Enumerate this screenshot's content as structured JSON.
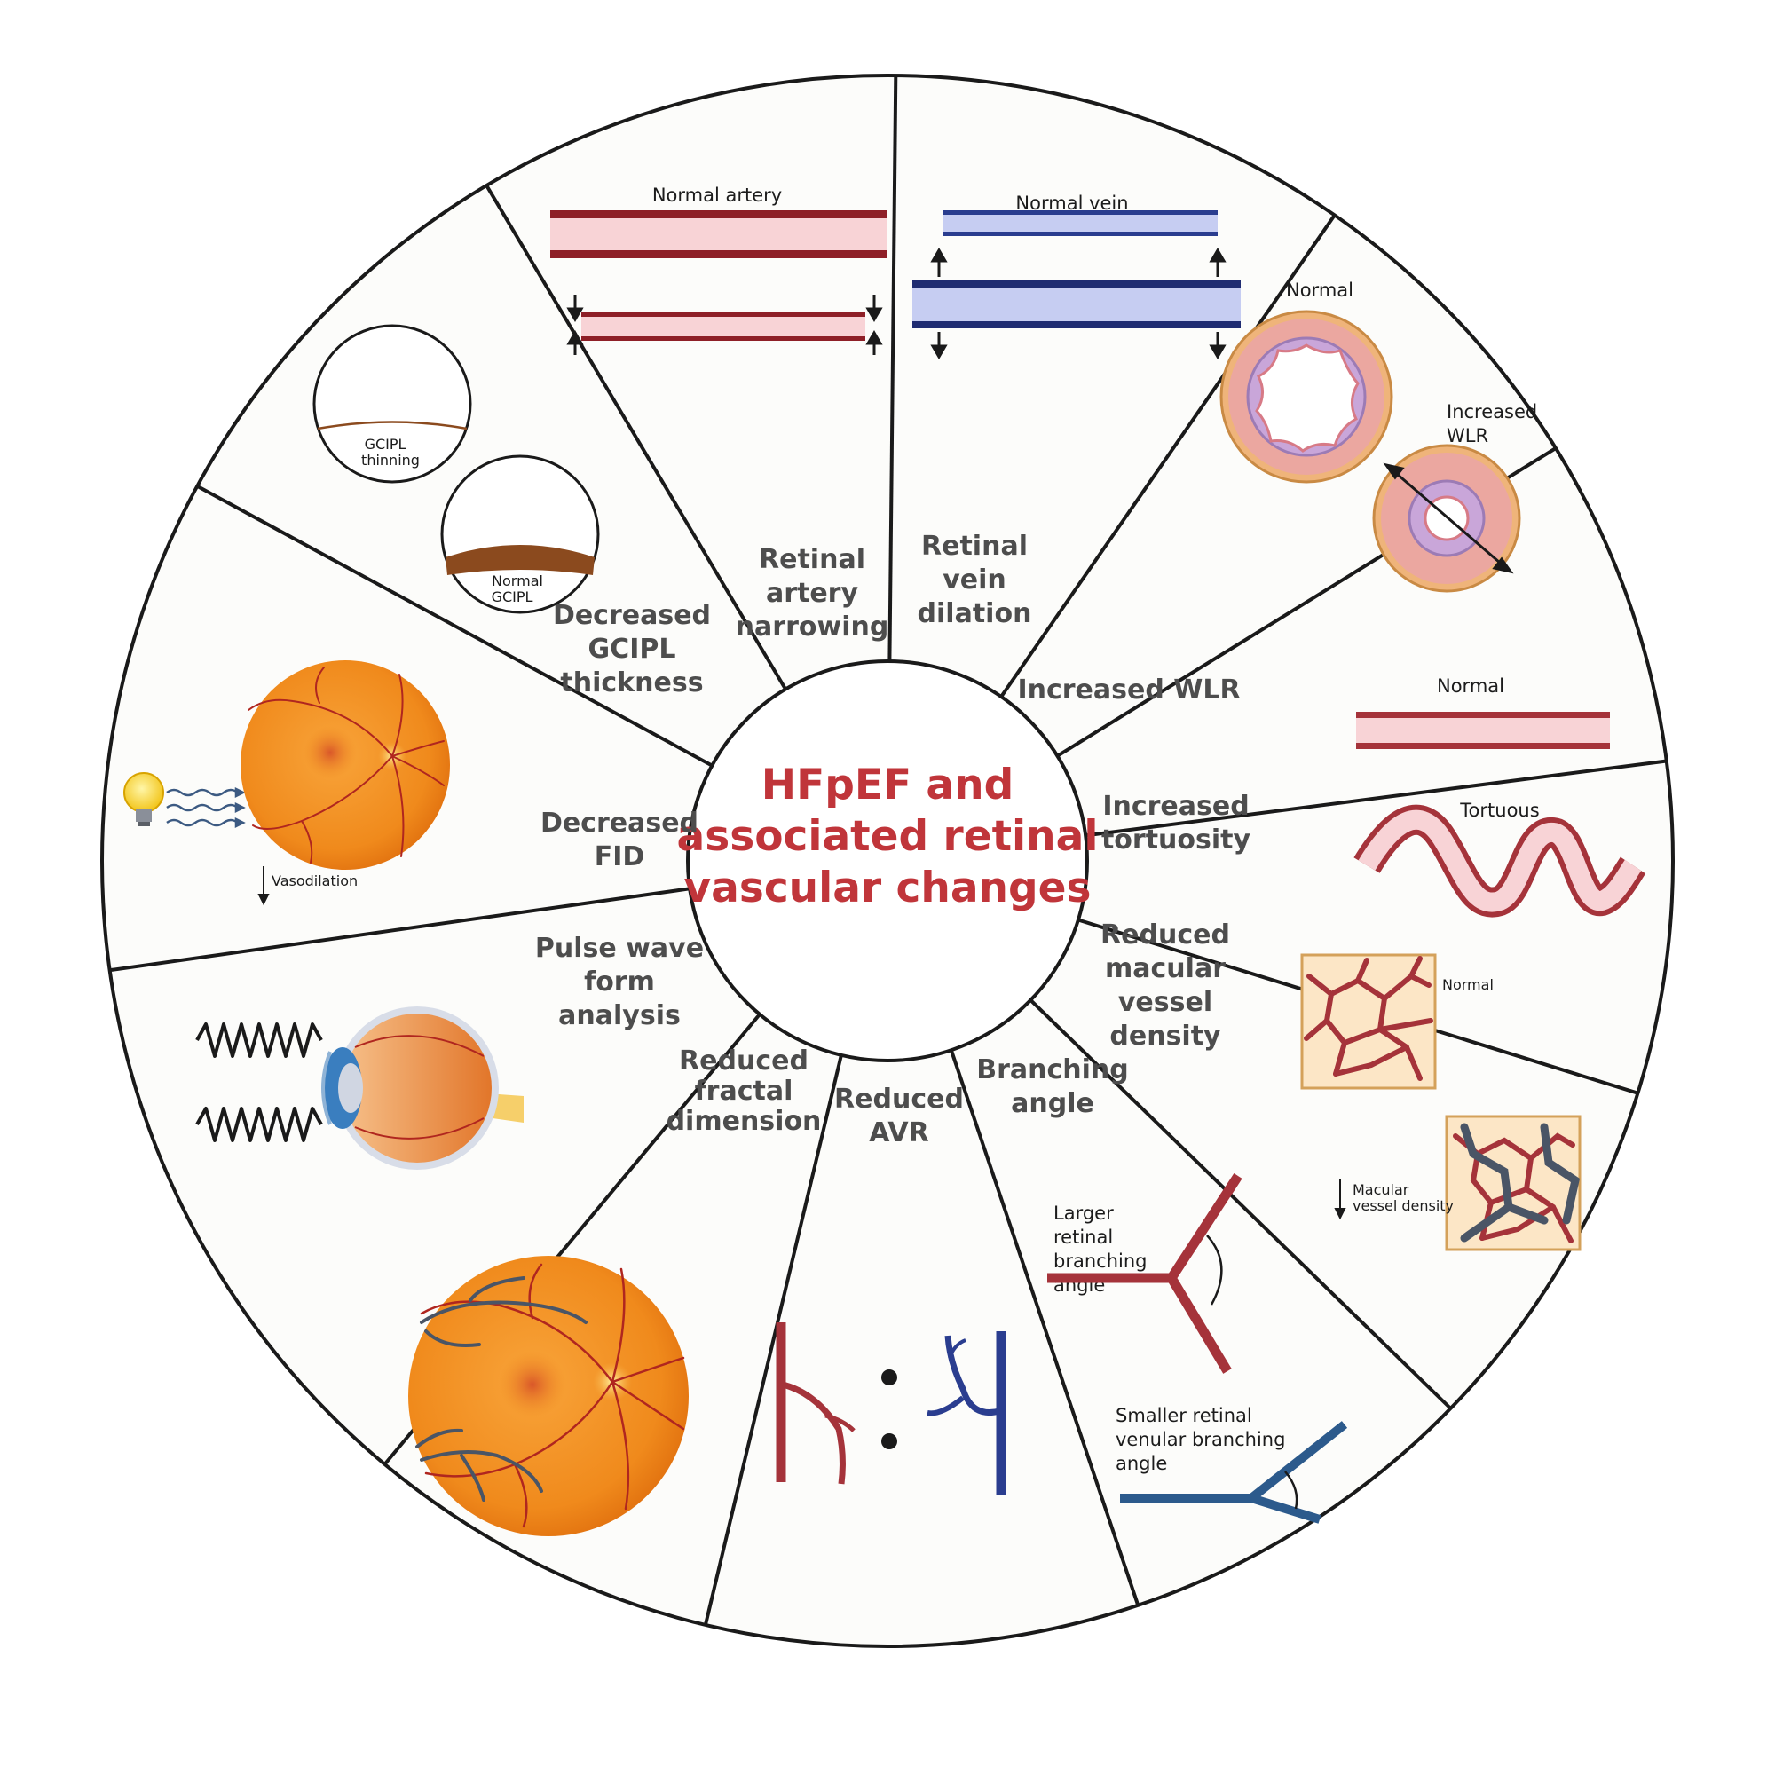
{
  "center": {
    "title_lines": [
      "HFpEF and",
      "associated retinal",
      "vascular changes"
    ]
  },
  "colors": {
    "title": "#c0353a",
    "artery": "#a5333a",
    "vein": "#2a3d8f",
    "fundus": "#f08a1c",
    "segment_text": "#4d4d4d"
  },
  "segments": {
    "artery": {
      "label_lines": [
        "Retinal",
        "artery",
        "narrowing"
      ],
      "normal": "Normal artery"
    },
    "vein": {
      "label_lines": [
        "Retinal",
        "vein",
        "dilation"
      ],
      "normal": "Normal vein"
    },
    "wlr": {
      "label": "Increased WLR",
      "normal": "Normal",
      "increased_lines": [
        "Increased",
        "WLR"
      ]
    },
    "tortuosity": {
      "label_lines": [
        "Increased",
        "tortuosity"
      ],
      "normal": "Normal",
      "tortuous": "Tortuous"
    },
    "macular": {
      "label_lines": [
        "Reduced",
        "macular",
        "vessel",
        "density"
      ],
      "normal": "Normal",
      "reduced_lines": [
        "Macular",
        "vessel density"
      ]
    },
    "branching": {
      "label_lines": [
        "Branching",
        "angle"
      ],
      "larger_lines": [
        "Larger",
        "retinal",
        "branching",
        "angle"
      ],
      "smaller_lines": [
        "Smaller retinal",
        "venular branching",
        "angle"
      ]
    },
    "avr": {
      "label_lines": [
        "Reduced",
        "AVR"
      ]
    },
    "fractal": {
      "label_lines": [
        "Reduced",
        "fractal",
        "dimension"
      ]
    },
    "pulse": {
      "label_lines": [
        "Pulse wave",
        "form",
        "analysis"
      ]
    },
    "fid": {
      "label_lines": [
        "Decreased",
        "FID"
      ],
      "vasodilation": "Vasodilation"
    },
    "gcipl": {
      "label_lines": [
        "Decreased",
        "GCIPL",
        "thickness"
      ],
      "thinning_lines": [
        "GCIPL",
        "thinning"
      ],
      "normal_lines": [
        "Normal",
        "GCIPL"
      ]
    }
  },
  "icons": [
    "lightbulb-icon",
    "eye-cross-section-icon",
    "fundus-icon",
    "artery-tube-icon",
    "vein-tube-icon",
    "vessel-cross-section-icon",
    "capillary-grid-icon",
    "y-branch-icon"
  ]
}
